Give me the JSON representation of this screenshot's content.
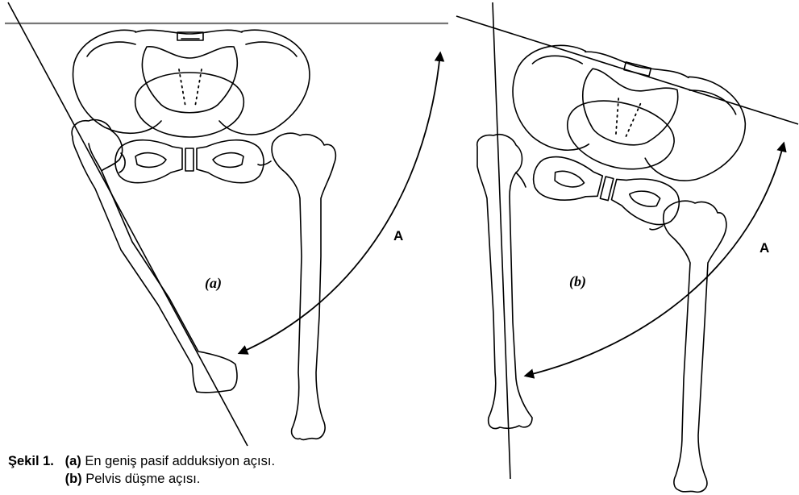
{
  "figure": {
    "panels": [
      {
        "id": "a",
        "label": "(a)",
        "angle_label": "A"
      },
      {
        "id": "b",
        "label": "(b)",
        "angle_label": "A"
      }
    ]
  },
  "caption": {
    "prefix": "Şekil 1.",
    "lines": [
      {
        "tag": "(a)",
        "text": "En geniş pasif adduksiyon açısı."
      },
      {
        "tag": "(b)",
        "text": "Pelvis düşme açısı."
      }
    ]
  }
}
